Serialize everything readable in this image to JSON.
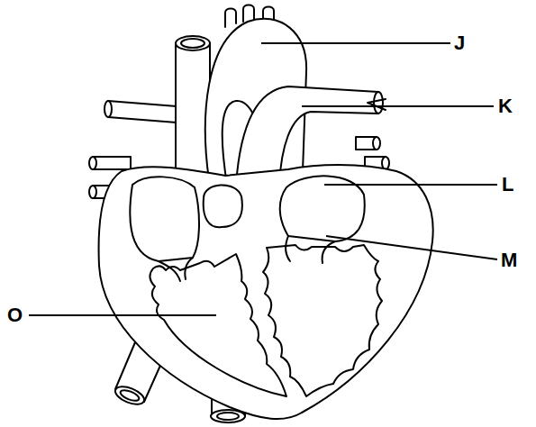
{
  "diagram": {
    "labels": [
      "J",
      "K",
      "L",
      "M",
      "O"
    ]
  }
}
